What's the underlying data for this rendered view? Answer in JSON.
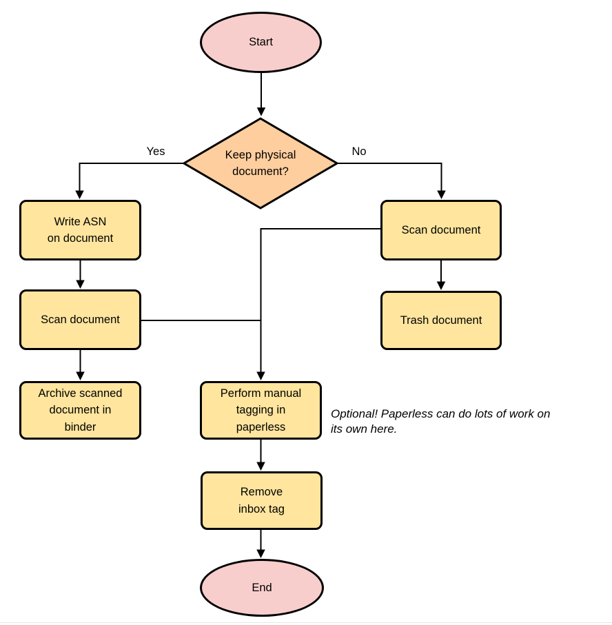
{
  "diagram": {
    "nodes": {
      "start": {
        "label": "Start",
        "shape": "ellipse"
      },
      "decision": {
        "label": "Keep physical\ndocument?",
        "shape": "diamond"
      },
      "write_asn": {
        "label": "Write ASN\non document",
        "shape": "rect"
      },
      "scan_left": {
        "label": "Scan document",
        "shape": "rect"
      },
      "archive": {
        "label": "Archive scanned\ndocument in\nbinder",
        "shape": "rect"
      },
      "scan_right": {
        "label": "Scan document",
        "shape": "rect"
      },
      "trash": {
        "label": "Trash document",
        "shape": "rect"
      },
      "tagging": {
        "label": "Perform manual\ntagging in\npaperless",
        "shape": "rect"
      },
      "remove_inbox": {
        "label": "Remove\ninbox tag",
        "shape": "rect"
      },
      "end": {
        "label": "End",
        "shape": "ellipse"
      }
    },
    "edge_labels": {
      "yes": "Yes",
      "no": "No"
    },
    "annotation": "Optional! Paperless can do lots of work on\nits own here."
  },
  "colors": {
    "terminal-fill": "#f8cecc",
    "decision-fill": "#ffce9e",
    "process-fill": "#ffe59e",
    "node-stroke": "#000000",
    "edge-stroke": "#000000",
    "page-bottom-line": "#e6e6e6"
  }
}
